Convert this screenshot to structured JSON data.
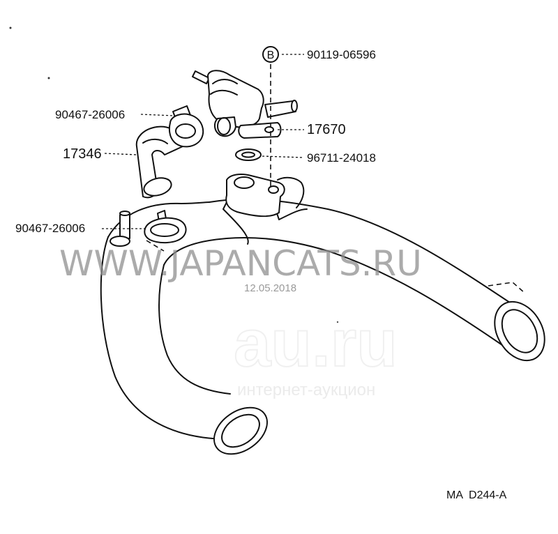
{
  "diagram": {
    "parts": {
      "bolt": {
        "callout": "B",
        "number": "90119-06596"
      },
      "hose_clamp_upper": {
        "number": "90467-26006"
      },
      "hose": {
        "number": "17346"
      },
      "valve": {
        "number": "17670"
      },
      "gasket": {
        "number": "96711-24018"
      },
      "hose_clamp_lower": {
        "number": "90467-26006"
      }
    },
    "reference_code": "MA  D244-A"
  },
  "watermark": {
    "url": "WWW.JAPANCATS.RU",
    "date": "12.05.2018",
    "brand": "au.ru",
    "subtitle": "интернет-аукцион"
  }
}
